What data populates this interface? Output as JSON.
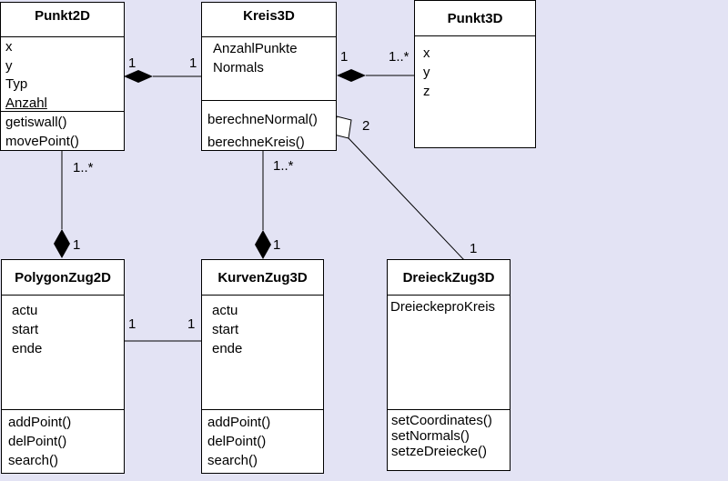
{
  "classes": {
    "punkt2d": {
      "name": "Punkt2D",
      "attributes": [
        "x",
        "y",
        "Typ",
        "Anzahl"
      ],
      "operations": [
        "getiswall()",
        "movePoint()"
      ]
    },
    "kreis3d": {
      "name": "Kreis3D",
      "attributes": [
        "AnzahlPunkte",
        "Normals"
      ],
      "operations": [
        "berechneNormal()",
        "berechneKreis()"
      ]
    },
    "punkt3d": {
      "name": "Punkt3D",
      "attributes": [
        "x",
        "y",
        "z"
      ],
      "operations": []
    },
    "polygonzug2d": {
      "name": "PolygonZug2D",
      "attributes": [
        "actu",
        "start",
        "ende"
      ],
      "operations": [
        "addPoint()",
        "delPoint()",
        "search()"
      ]
    },
    "kurvenzug3d": {
      "name": "KurvenZug3D",
      "attributes": [
        "actu",
        "start",
        "ende"
      ],
      "operations": [
        "addPoint()",
        "delPoint()",
        "search()"
      ]
    },
    "dreieckzug3d": {
      "name": "DreieckZug3D",
      "attributes": [
        "DreieckeproKreis"
      ],
      "operations": [
        "setCoordinates()",
        "setNormals()",
        "setzeDreiecke()"
      ]
    }
  },
  "multiplicities": {
    "punkt2d_kreis3d_left": "1",
    "punkt2d_kreis3d_right": "1",
    "kreis3d_punkt3d_left": "1",
    "kreis3d_punkt3d_right": "1..*",
    "punkt2d_polygon_top": "1..*",
    "punkt2d_polygon_bottom": "1",
    "kreis3d_kurven_top": "1..*",
    "kreis3d_kurven_bottom": "1",
    "polygon_kurven_left": "1",
    "polygon_kurven_right": "1",
    "kreis3d_dreieck_top": "2",
    "kreis3d_dreieck_bottom": "1"
  }
}
